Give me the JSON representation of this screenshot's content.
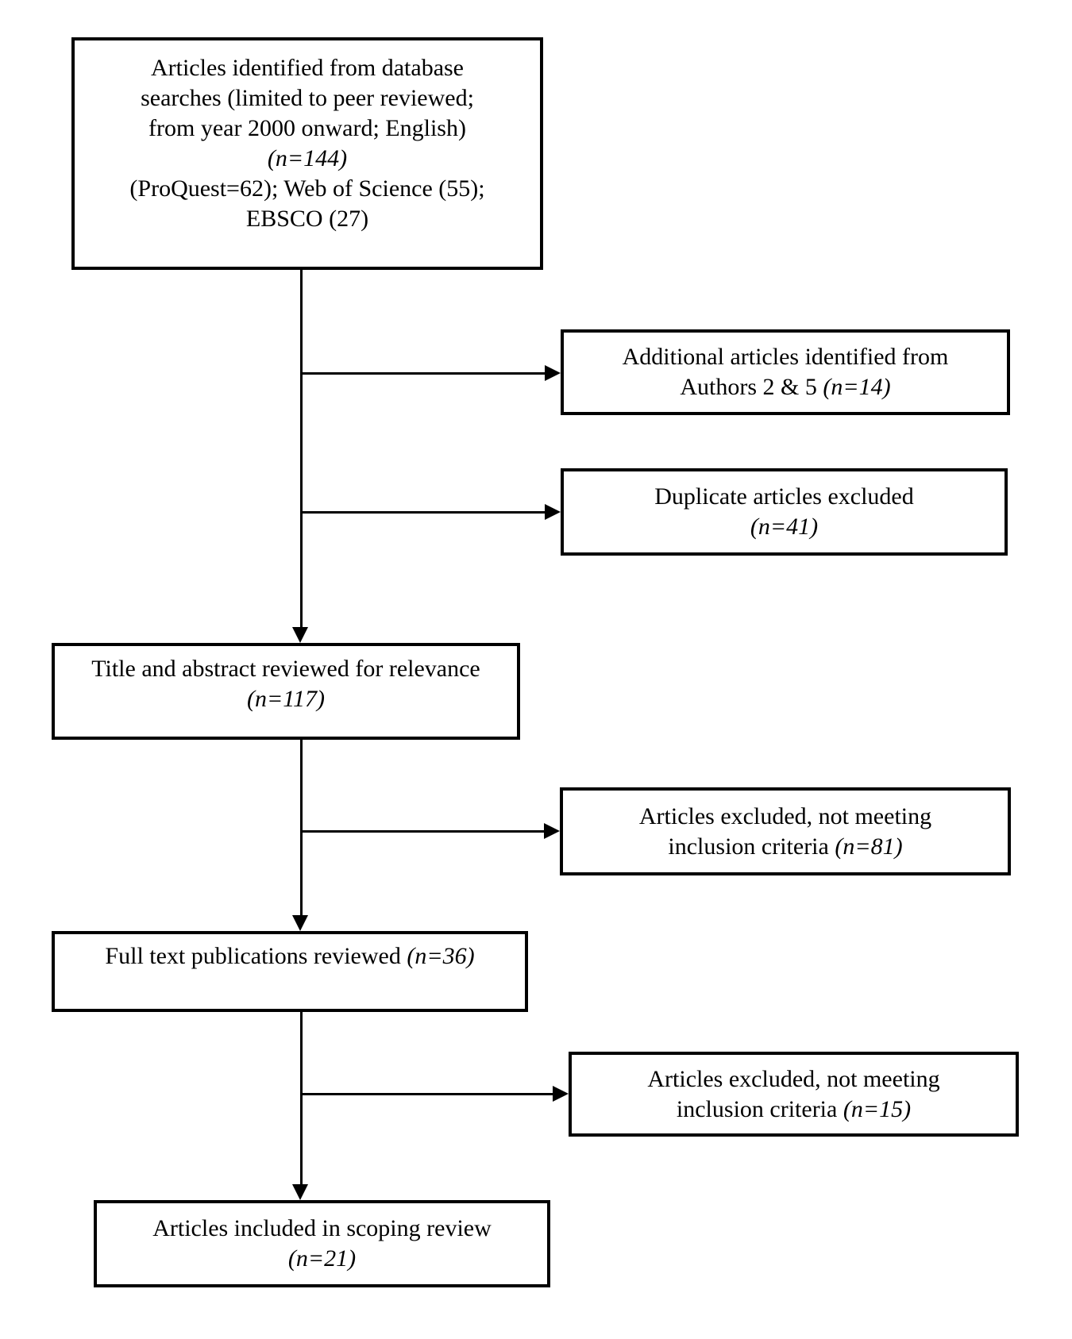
{
  "diagram": {
    "type": "flowchart",
    "subject": "scoping review article selection (PRISMA-style)",
    "style": {
      "background": "#ffffff",
      "box_border_color": "#000000",
      "line_color": "#000000",
      "text_color": "#000000"
    },
    "counts": {
      "identified_total": 144,
      "proquest": 62,
      "web_of_science": 55,
      "ebsco": 27,
      "additional_from_authors": 14,
      "duplicates_excluded": 41,
      "title_abstract_reviewed": 117,
      "excluded_title_abstract": 81,
      "full_text_reviewed": 36,
      "excluded_full_text": 15,
      "included_in_review": 21
    },
    "nodes": {
      "identified": {
        "lines": [
          {
            "pre": "Articles identified from database"
          },
          {
            "pre": "searches (limited to peer reviewed;"
          },
          {
            "pre": "from year 2000 onward; English)"
          },
          {
            "em": "(n=144)"
          },
          {
            "pre": "(ProQuest=62); Web of Science (55);"
          },
          {
            "pre": "EBSCO (27)"
          }
        ]
      },
      "additional": {
        "lines": [
          {
            "pre": "Additional articles identified from"
          },
          {
            "pre": "Authors 2 & 5 ",
            "em": "(n=14)"
          }
        ]
      },
      "duplicate": {
        "lines": [
          {
            "pre": "Duplicate articles excluded"
          },
          {
            "em": "(n=41)"
          }
        ]
      },
      "title_abstract": {
        "lines": [
          {
            "pre": "Title and abstract reviewed for relevance"
          },
          {
            "em": "(n=117)"
          }
        ]
      },
      "excluded_81": {
        "lines": [
          {
            "pre": "Articles excluded, not meeting"
          },
          {
            "pre": "inclusion criteria ",
            "em": "(n=81)"
          }
        ]
      },
      "full_text": {
        "lines": [
          {
            "pre": "Full text publications reviewed ",
            "em": "(n=36)"
          }
        ]
      },
      "excluded_15": {
        "lines": [
          {
            "pre": "Articles excluded, not meeting"
          },
          {
            "pre": "inclusion criteria ",
            "em": "(n=15)"
          }
        ]
      },
      "included": {
        "lines": [
          {
            "pre": "Articles included in scoping review"
          },
          {
            "em": "(n=21)"
          }
        ]
      }
    },
    "edges": [
      {
        "from": "identified",
        "to": "additional",
        "direction": "right"
      },
      {
        "from": "identified",
        "to": "duplicate",
        "direction": "right"
      },
      {
        "from": "identified",
        "to": "title_abstract",
        "direction": "down"
      },
      {
        "from": "title_abstract",
        "to": "excluded_81",
        "direction": "right"
      },
      {
        "from": "title_abstract",
        "to": "full_text",
        "direction": "down"
      },
      {
        "from": "full_text",
        "to": "excluded_15",
        "direction": "right"
      },
      {
        "from": "full_text",
        "to": "included",
        "direction": "down"
      }
    ]
  }
}
